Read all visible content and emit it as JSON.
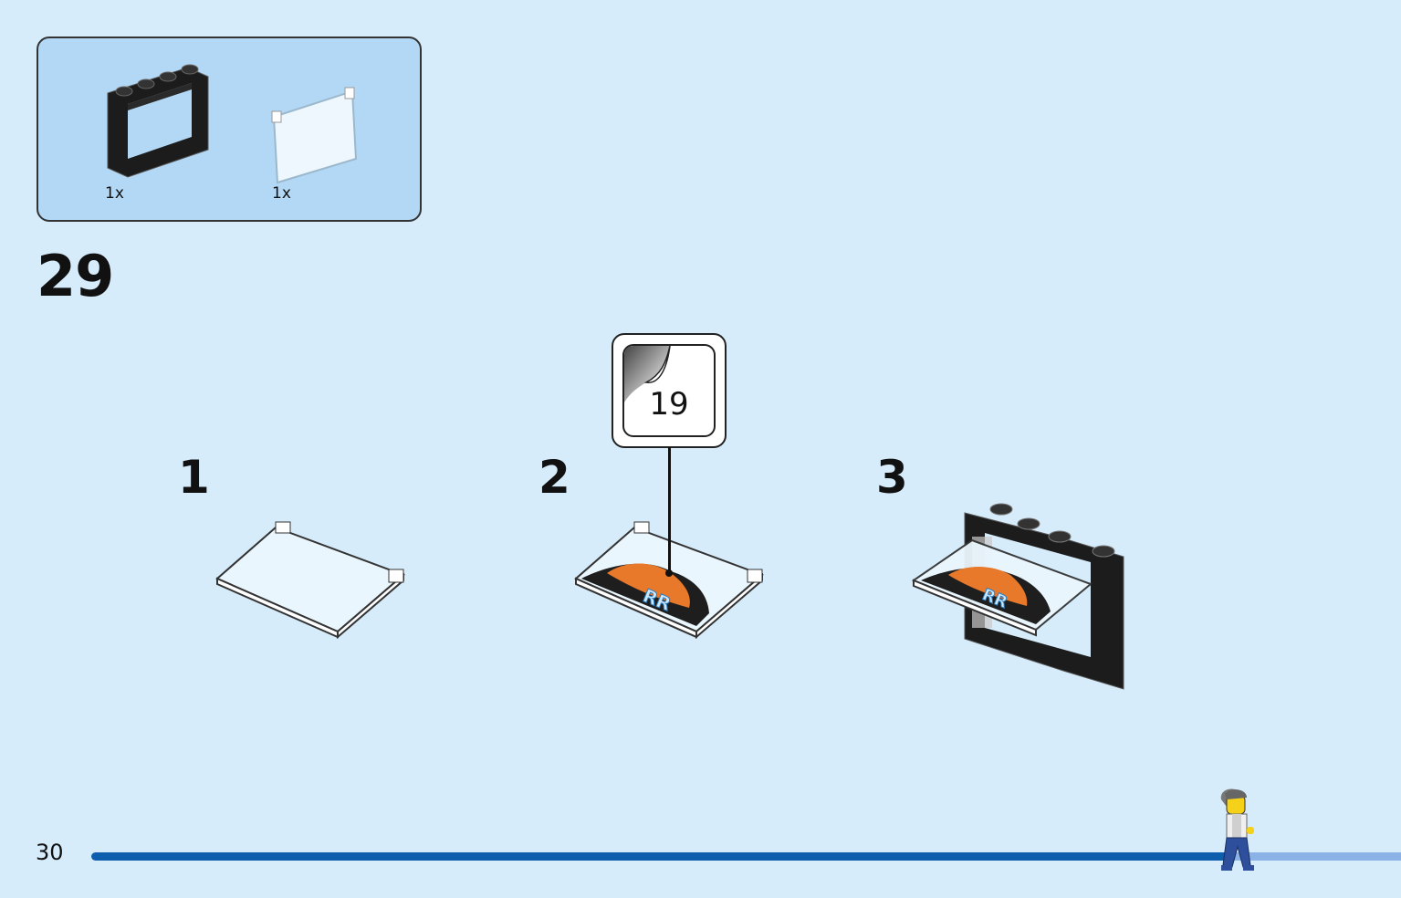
{
  "parts_list": [
    {
      "icon": "black-window-frame-icon",
      "quantity": "1x"
    },
    {
      "icon": "transparent-glass-pane-icon",
      "quantity": "1x"
    }
  ],
  "step": {
    "number": "29"
  },
  "substeps": [
    {
      "label": "1"
    },
    {
      "label": "2"
    },
    {
      "label": "3"
    }
  ],
  "sticker": {
    "icon": "sticker-peel-icon",
    "number": "19"
  },
  "footer": {
    "page_number": "30",
    "progress_percent": 87,
    "figure_icon": "minifigure-walking-icon"
  },
  "colors": {
    "background": "#d6ecfa",
    "parts_box": "#b3d8f5",
    "progress_fill": "#0d5fae",
    "progress_track": "#8ab2e6",
    "sticker_orange": "#e8782a"
  }
}
